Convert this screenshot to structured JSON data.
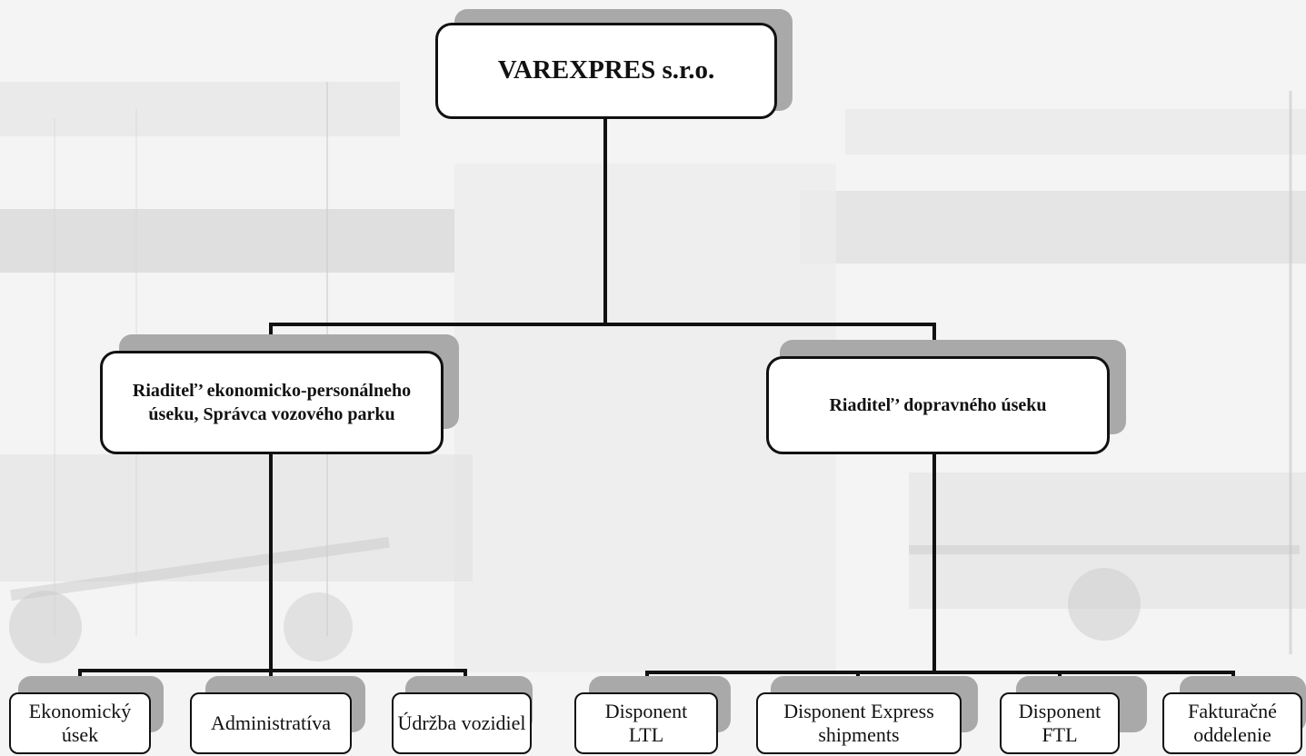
{
  "org_chart": {
    "root": {
      "label": "VAREXPRES s.r.o."
    },
    "directors": [
      {
        "label": "Riaditeľ’ ekonomicko-personálneho úseku, Správca vozového parku"
      },
      {
        "label": "Riaditeľ’ dopravného úseku"
      }
    ],
    "units": [
      {
        "label": "Ekonomický úsek"
      },
      {
        "label": "Administratíva"
      },
      {
        "label": "Údržba vozidiel"
      },
      {
        "label": "Disponent LTL"
      },
      {
        "label": "Disponent Express shipments"
      },
      {
        "label": "Disponent FTL"
      },
      {
        "label": "Fakturačné oddelenie"
      }
    ]
  },
  "colors": {
    "box_border": "#111111",
    "box_fill": "#ffffff",
    "shadow": "#a9a9a9",
    "connector": "#111111",
    "background_tint": "#d9d9d9"
  }
}
